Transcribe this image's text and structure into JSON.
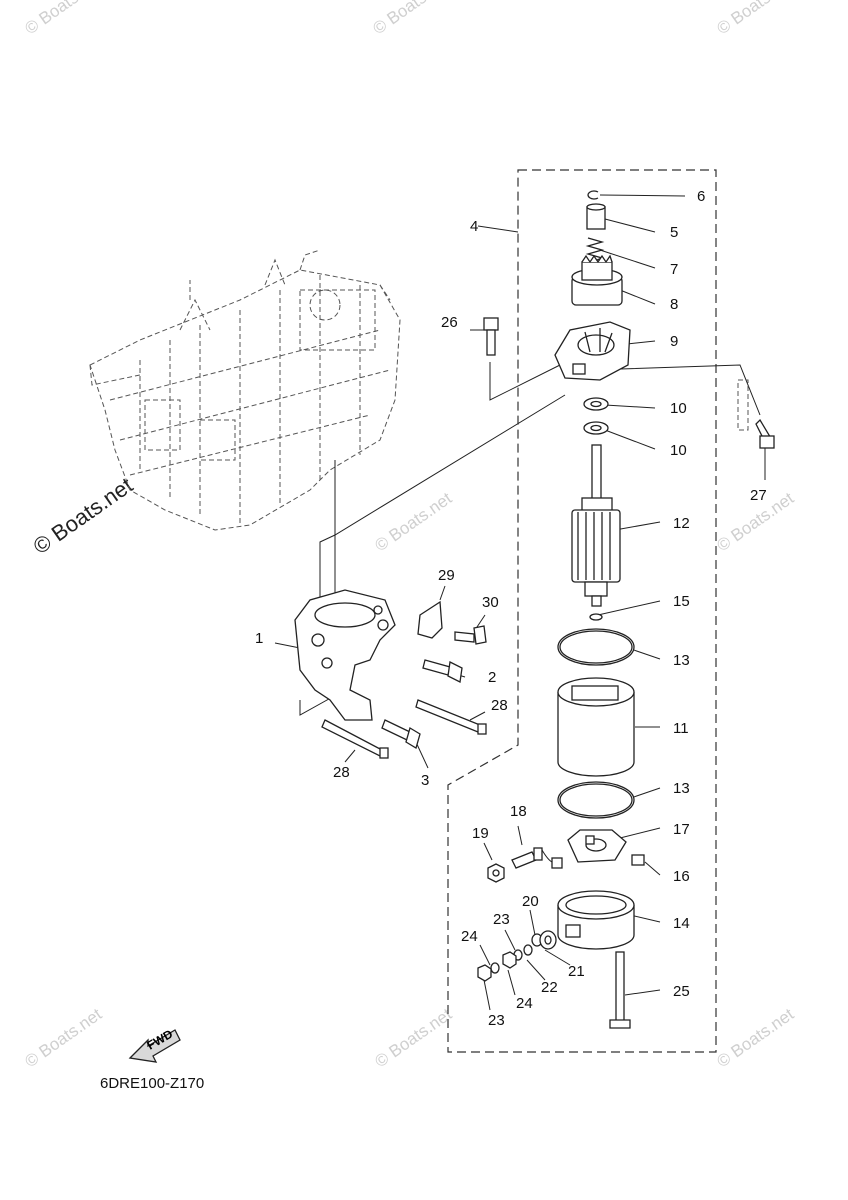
{
  "diagram_code": "6DRE100-Z170",
  "fwd_label": "FWD",
  "watermark": "© Boats.net",
  "callouts": [
    "1",
    "2",
    "3",
    "4",
    "5",
    "6",
    "7",
    "8",
    "9",
    "10",
    "10",
    "11",
    "12",
    "13",
    "13",
    "14",
    "15",
    "16",
    "17",
    "18",
    "19",
    "20",
    "21",
    "22",
    "23",
    "23",
    "24",
    "24",
    "25",
    "26",
    "27",
    "28",
    "28",
    "29",
    "30"
  ]
}
